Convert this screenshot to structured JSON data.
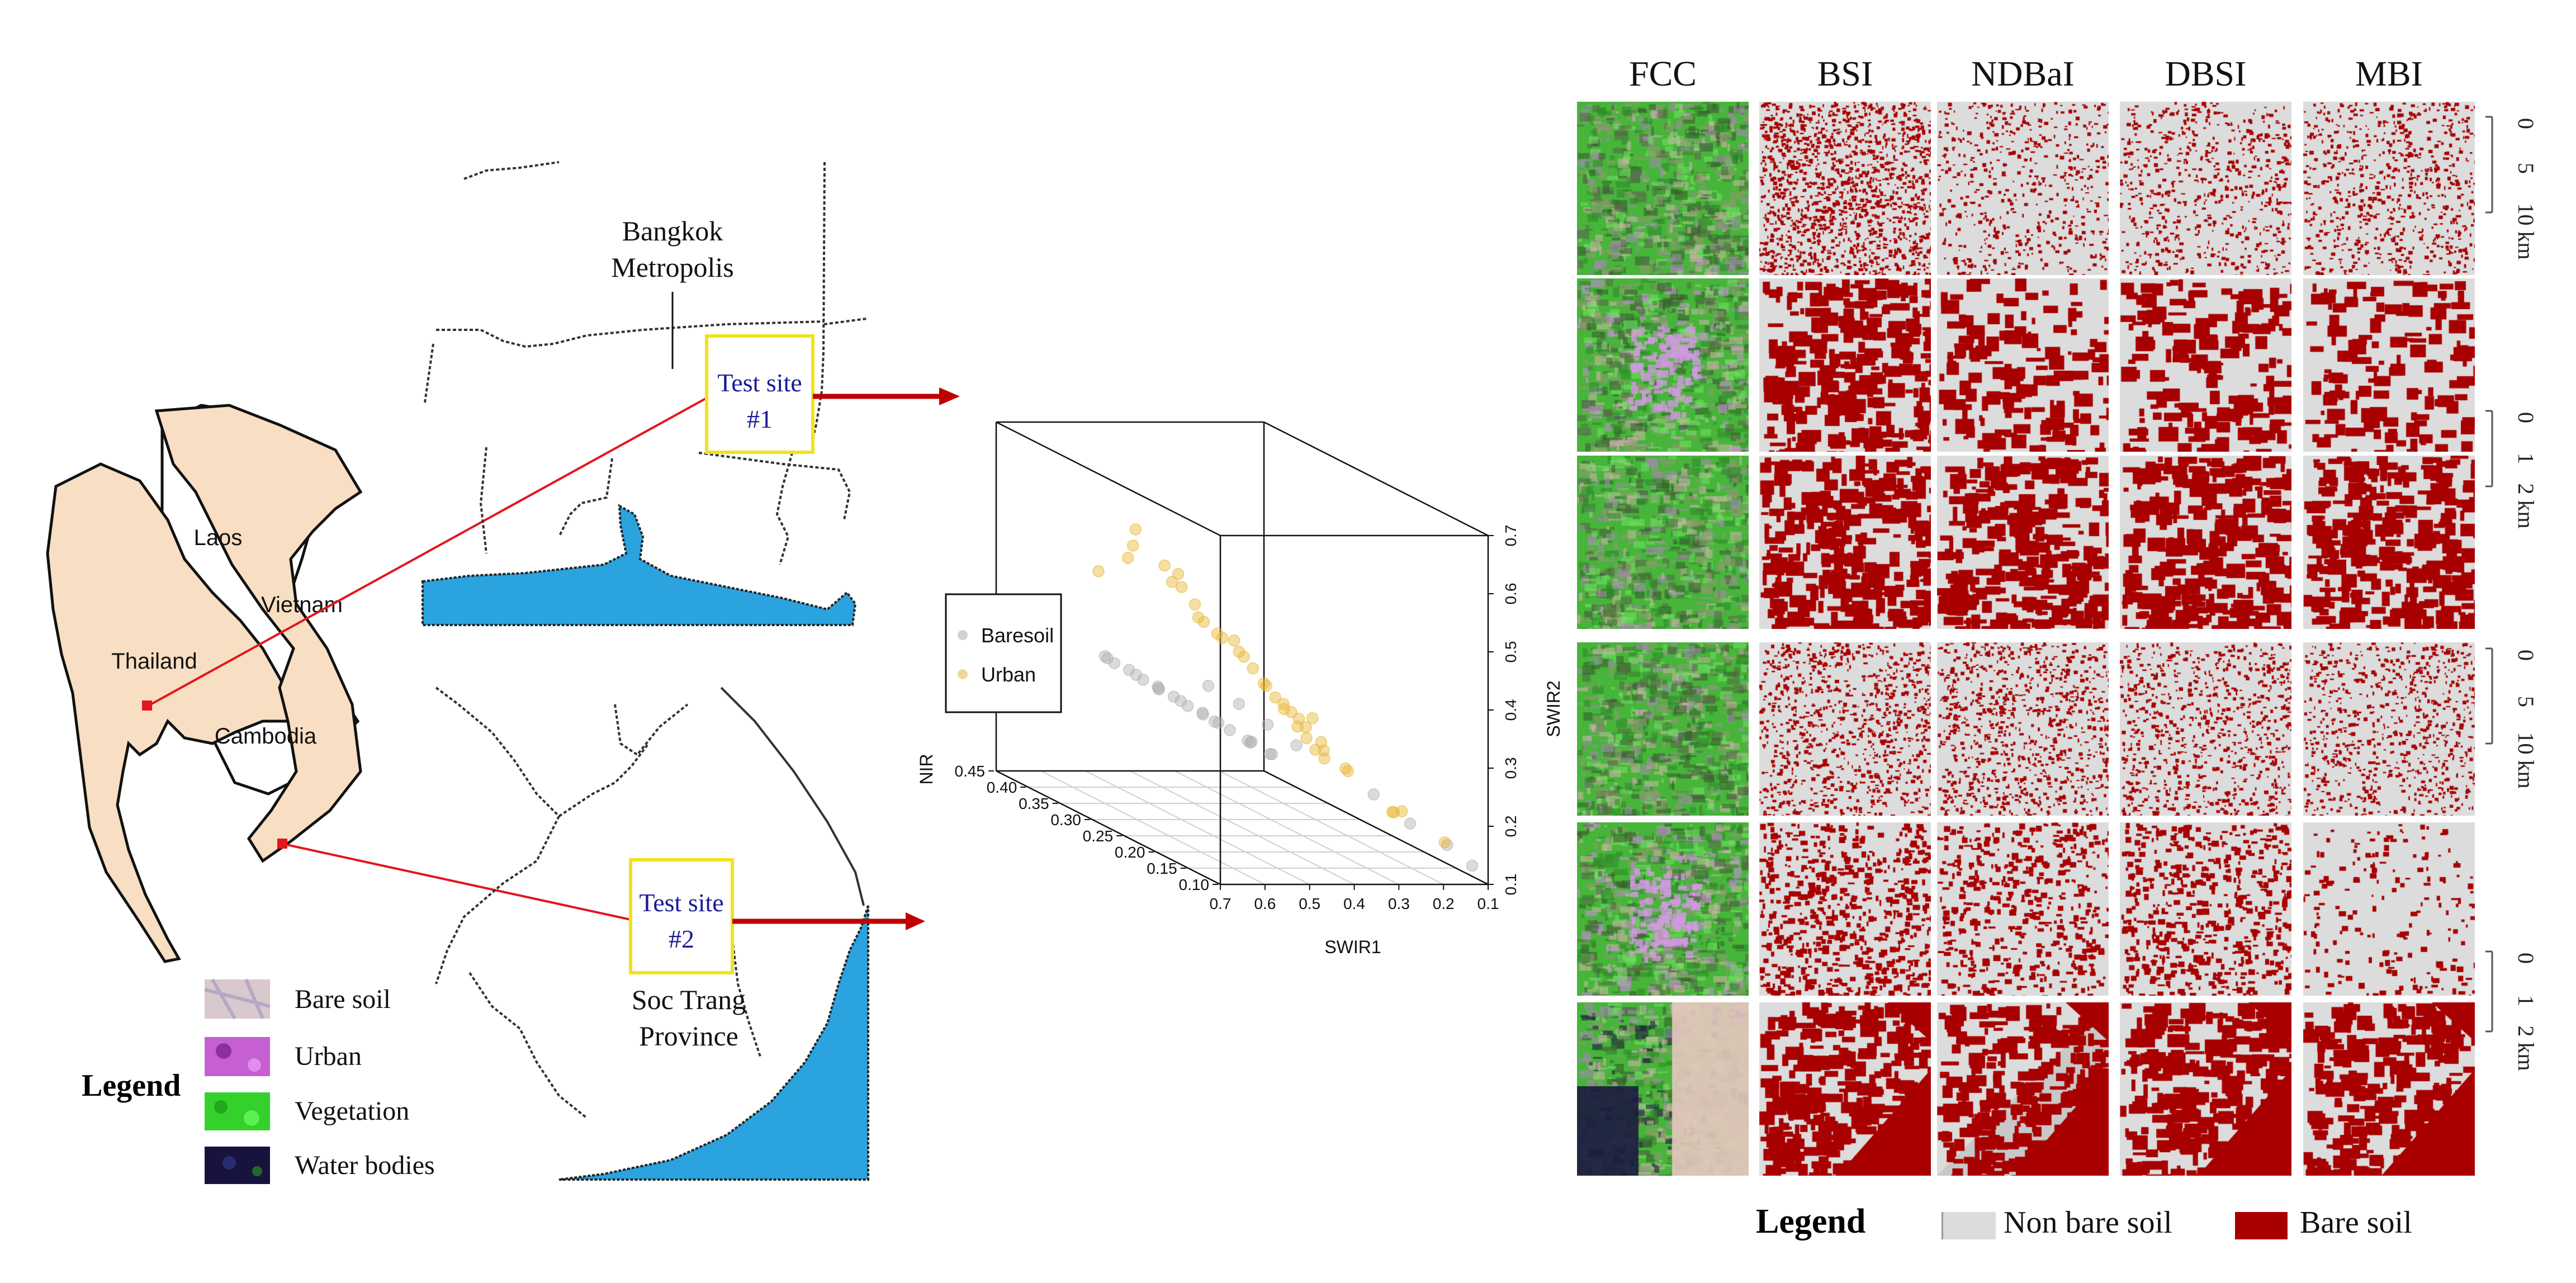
{
  "location_map": {
    "labels": {
      "laos": "Laos",
      "vietnam": "Vietnam",
      "thailand": "Thailand",
      "cambodia": "Cambodia"
    },
    "land_color": "#F8DEC2",
    "marker_color": "#E3151B"
  },
  "site1": {
    "region_line1": "Bangkok",
    "region_line2": "Metropolis",
    "box_line1": "Test site",
    "box_line2": "#1"
  },
  "site2": {
    "region_line1": "Soc Trang",
    "region_line2": "Province",
    "box_line1": "Test site",
    "box_line2": "#2"
  },
  "colors": {
    "sea": "#2AA3DF",
    "box_outline": "#F2E21A",
    "box_text": "#1A1A9A",
    "arrow": "#C00000",
    "bare_soil": "#A80000",
    "non_bare_soil": "#DCDCDC"
  },
  "land_cover_legend": {
    "title": "Legend",
    "items": [
      {
        "label": "Bare soil",
        "icon": "bare-soil-swatch"
      },
      {
        "label": "Urban",
        "icon": "urban-swatch"
      },
      {
        "label": "Vegetation",
        "icon": "vegetation-swatch"
      },
      {
        "label": "Water bodies",
        "icon": "water-bodies-swatch"
      }
    ]
  },
  "chart_data": {
    "type": "scatter",
    "subtype": "3d",
    "x_label": "SWIR1",
    "y_label": "NIR",
    "z_label": "SWIR2",
    "x_ticks": [
      "0.7",
      "0.6",
      "0.5",
      "0.4",
      "0.3",
      "0.2",
      "0.1"
    ],
    "y_ticks": [
      "0.45",
      "0.40",
      "0.35",
      "0.30",
      "0.25",
      "0.20",
      "0.15",
      "0.10"
    ],
    "z_ticks": [
      "0.1",
      "0.2",
      "0.3",
      "0.4",
      "0.5",
      "0.6",
      "0.7"
    ],
    "xlim": [
      0.7,
      0.1
    ],
    "ylim": [
      0.1,
      0.45
    ],
    "zlim": [
      0.1,
      0.7
    ],
    "legend_position": "left",
    "point_order": [
      "SWIR1",
      "NIR",
      "SWIR2"
    ],
    "series": [
      {
        "name": "Baresoil",
        "color": "#A9A9A9",
        "points": [
          [
            0.6,
            0.35,
            0.353
          ],
          [
            0.58,
            0.36,
            0.344
          ],
          [
            0.56,
            0.34,
            0.335
          ],
          [
            0.55,
            0.37,
            0.33
          ],
          [
            0.53,
            0.35,
            0.321
          ],
          [
            0.51,
            0.33,
            0.312
          ],
          [
            0.5,
            0.36,
            0.307
          ],
          [
            0.48,
            0.35,
            0.298
          ],
          [
            0.46,
            0.34,
            0.289
          ],
          [
            0.45,
            0.37,
            0.285
          ],
          [
            0.43,
            0.35,
            0.276
          ],
          [
            0.41,
            0.33,
            0.267
          ],
          [
            0.4,
            0.36,
            0.262
          ],
          [
            0.38,
            0.35,
            0.253
          ],
          [
            0.36,
            0.34,
            0.244
          ],
          [
            0.34,
            0.36,
            0.235
          ],
          [
            0.32,
            0.35,
            0.226
          ],
          [
            0.3,
            0.33,
            0.217
          ],
          [
            0.28,
            0.35,
            0.208
          ],
          [
            0.26,
            0.36,
            0.199
          ],
          [
            0.24,
            0.34,
            0.19
          ],
          [
            0.23,
            0.35,
            0.185
          ],
          [
            0.44,
            0.3,
            0.33
          ],
          [
            0.4,
            0.28,
            0.31
          ],
          [
            0.35,
            0.27,
            0.28
          ],
          [
            0.3,
            0.26,
            0.25
          ],
          [
            0.213,
            0.2,
            0.199
          ],
          [
            0.16,
            0.18,
            0.16
          ],
          [
            0.12,
            0.15,
            0.14
          ],
          [
            0.107,
            0.12,
            0.121
          ]
        ]
      },
      {
        "name": "Urban",
        "color": "#E8A91A",
        "points": [
          [
            0.603,
            0.3,
            0.599
          ],
          [
            0.686,
            0.3,
            0.527
          ],
          [
            0.538,
            0.3,
            0.537
          ],
          [
            0.62,
            0.3,
            0.55
          ],
          [
            0.58,
            0.32,
            0.56
          ],
          [
            0.55,
            0.28,
            0.52
          ],
          [
            0.5,
            0.3,
            0.5
          ],
          [
            0.47,
            0.3,
            0.47
          ],
          [
            0.52,
            0.26,
            0.47
          ],
          [
            0.45,
            0.3,
            0.44
          ],
          [
            0.42,
            0.3,
            0.42
          ],
          [
            0.4,
            0.28,
            0.4
          ],
          [
            0.382,
            0.3,
            0.408
          ],
          [
            0.36,
            0.3,
            0.38
          ],
          [
            0.34,
            0.3,
            0.36
          ],
          [
            0.33,
            0.29,
            0.34
          ],
          [
            0.31,
            0.3,
            0.33
          ],
          [
            0.3,
            0.28,
            0.31
          ],
          [
            0.29,
            0.3,
            0.31
          ],
          [
            0.28,
            0.27,
            0.29
          ],
          [
            0.27,
            0.3,
            0.29
          ],
          [
            0.254,
            0.3,
            0.285
          ],
          [
            0.25,
            0.28,
            0.27
          ],
          [
            0.24,
            0.3,
            0.26
          ],
          [
            0.23,
            0.27,
            0.25
          ],
          [
            0.22,
            0.3,
            0.24
          ],
          [
            0.21,
            0.28,
            0.23
          ],
          [
            0.2,
            0.3,
            0.22
          ],
          [
            0.19,
            0.26,
            0.21
          ],
          [
            0.18,
            0.3,
            0.205
          ],
          [
            0.17,
            0.27,
            0.2
          ],
          [
            0.239,
            0.15,
            0.196
          ],
          [
            0.2,
            0.18,
            0.18
          ],
          [
            0.15,
            0.2,
            0.17
          ],
          [
            0.14,
            0.14,
            0.15
          ],
          [
            0.35,
            0.2,
            0.33
          ],
          [
            0.45,
            0.34,
            0.5
          ],
          [
            0.48,
            0.25,
            0.44
          ]
        ]
      }
    ]
  },
  "index_grid": {
    "columns": [
      "FCC",
      "BSI",
      "NDBaI",
      "DBSI",
      "MBI"
    ],
    "scale_bars": [
      {
        "labels": [
          "0",
          "5",
          "10 km"
        ]
      },
      {
        "labels": [
          "0",
          "1",
          "2 km"
        ]
      },
      {
        "labels": [
          "0",
          "5",
          "10 km"
        ]
      },
      {
        "labels": [
          "0",
          "1",
          "2 km"
        ]
      }
    ],
    "legend": {
      "title": "Legend",
      "non_bare_label": "Non bare soil",
      "bare_label": "Bare soil"
    }
  }
}
